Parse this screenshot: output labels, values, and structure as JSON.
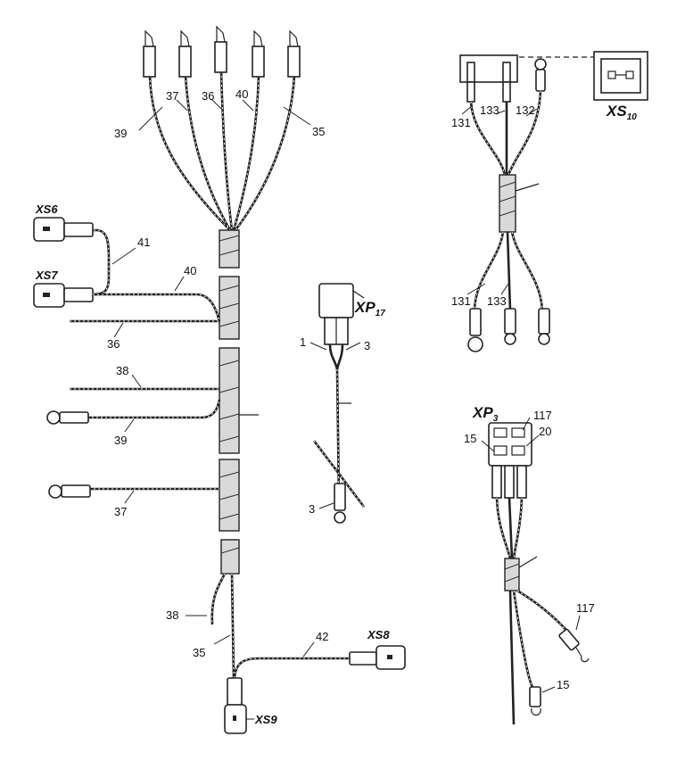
{
  "diagram": {
    "main_harness": {
      "top_wire_labels": [
        "39",
        "37",
        "36",
        "40",
        "35"
      ],
      "connector_xs6": "XS6",
      "connector_xs7": "XS7",
      "wire_41": "41",
      "wire_40": "40",
      "wire_36": "36",
      "wire_38_side": "38",
      "wire_39_side": "39",
      "wire_37_side": "37",
      "wire_38_bottom": "38",
      "wire_35_bottom": "35",
      "wire_42": "42",
      "connector_xs8": "XS8",
      "connector_xs9": "XS9"
    },
    "xp17_group": {
      "connector_label": "XP",
      "connector_sub": "17",
      "wire_left": "1",
      "wire_right": "3",
      "wire_bottom": "3"
    },
    "xs10_group": {
      "connector_label": "XS",
      "connector_sub": "10",
      "top_wires": [
        "131",
        "133",
        "132"
      ],
      "bottom_wires": [
        "131",
        "133"
      ]
    },
    "xp3_group": {
      "connector_label": "XP",
      "connector_sub": "3",
      "wire_117_top": "117",
      "wire_15_left": "15",
      "wire_20": "20",
      "wire_117_branch": "117",
      "wire_15_branch": "15"
    }
  }
}
